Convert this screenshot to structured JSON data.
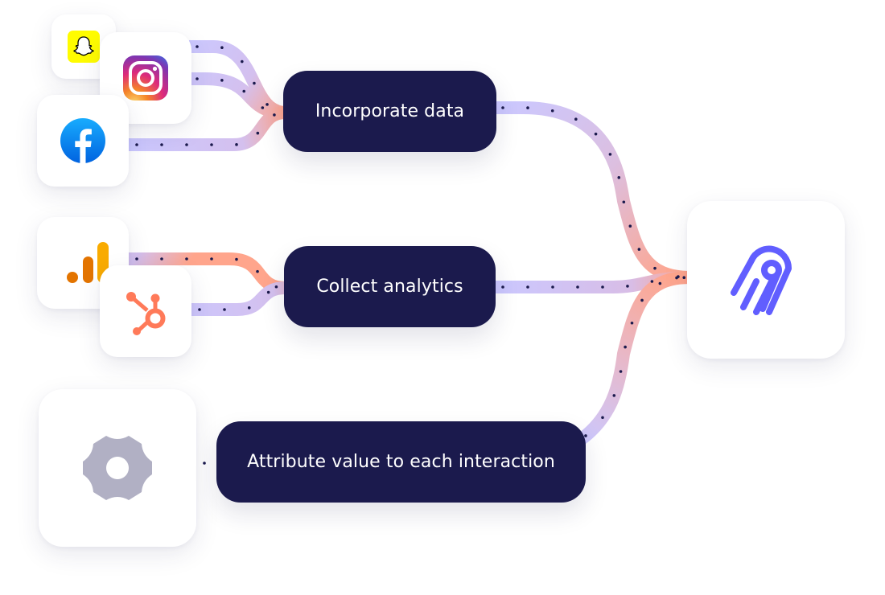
{
  "diagram": {
    "steps": [
      {
        "id": "incorporate",
        "label": "Incorporate data"
      },
      {
        "id": "collect",
        "label": "Collect analytics"
      },
      {
        "id": "attribute",
        "label": "Attribute value to each interaction"
      }
    ],
    "sources": [
      {
        "id": "snapchat",
        "icon": "snapchat-icon",
        "target": "incorporate"
      },
      {
        "id": "instagram",
        "icon": "instagram-icon",
        "target": "incorporate"
      },
      {
        "id": "facebook",
        "icon": "facebook-icon",
        "target": "incorporate"
      },
      {
        "id": "google-analytics",
        "icon": "google-analytics-icon",
        "target": "collect"
      },
      {
        "id": "hubspot",
        "icon": "hubspot-icon",
        "target": "collect"
      },
      {
        "id": "custom-source",
        "icon": "gear-icon",
        "target": "attribute"
      }
    ],
    "destination": {
      "id": "airbyte",
      "icon": "airbyte-icon"
    },
    "colors": {
      "pill_bg": "#1b1a4d",
      "pill_text": "#ffffff",
      "flow_start": "#cbc8ff",
      "flow_end": "#ffa58c",
      "flow_dots": "#1b1a4d",
      "airbyte": "#615eff",
      "gear": "#b1b0c4",
      "snapchat": "#fffc00",
      "facebook": "#1877f2",
      "hubspot": "#ff7a59",
      "ga_light": "#f9ab00",
      "ga_dark": "#e37400"
    }
  }
}
